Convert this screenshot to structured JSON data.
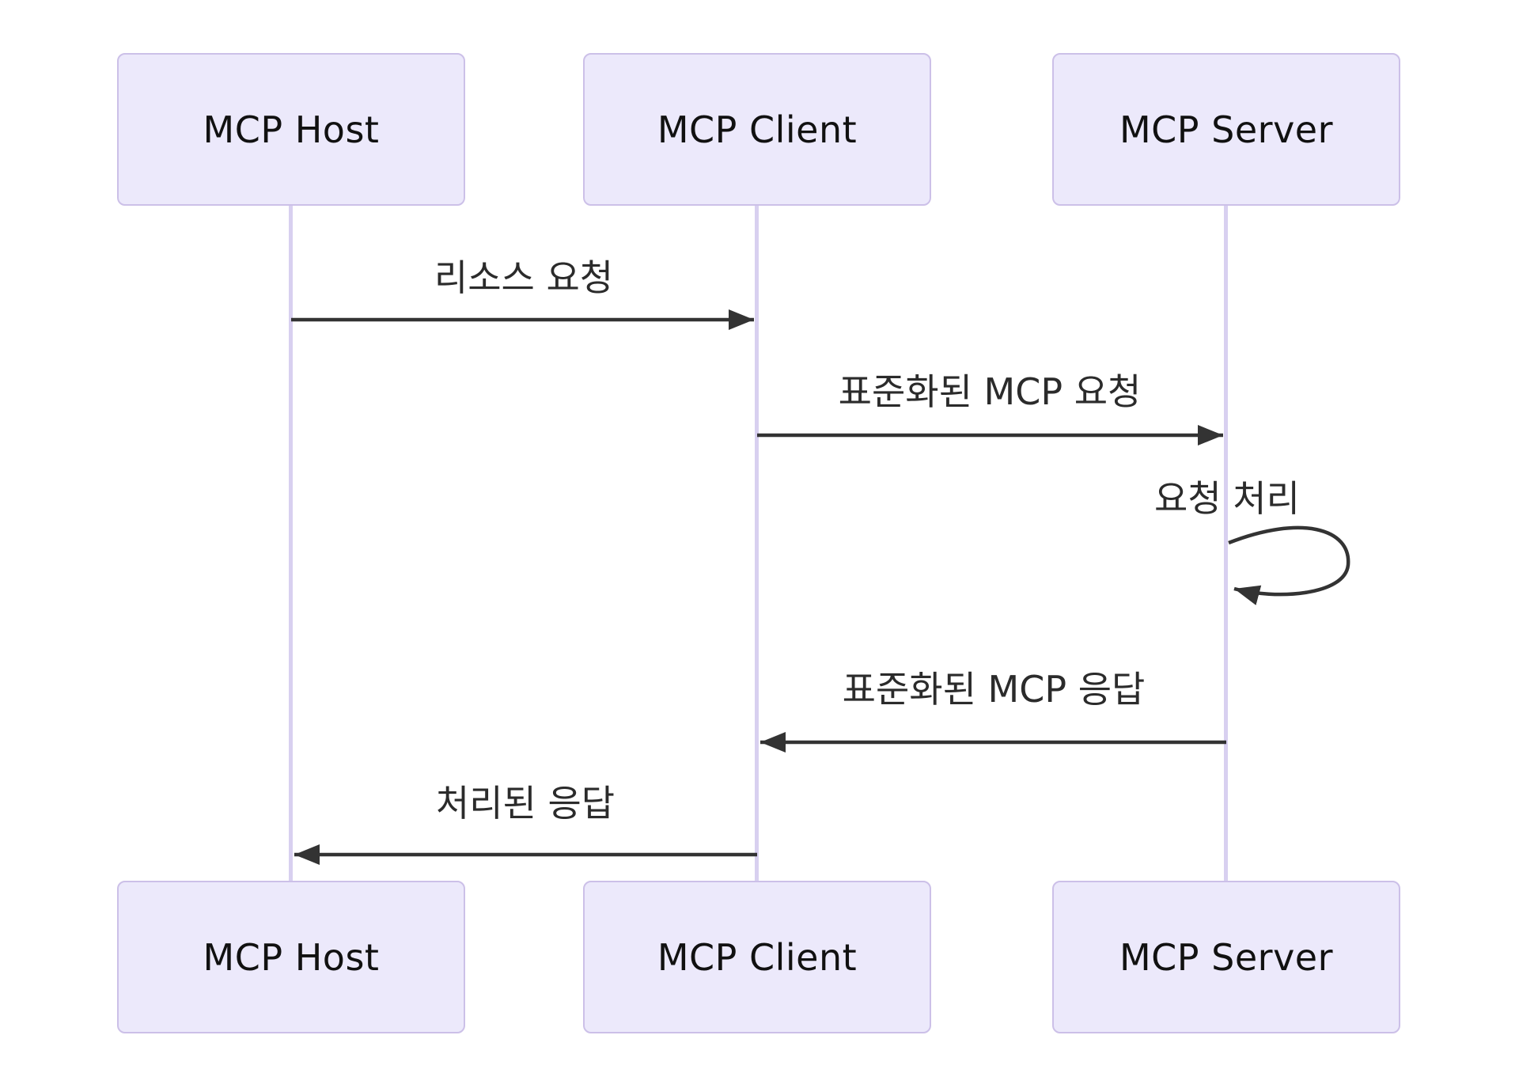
{
  "diagram": {
    "type": "sequence",
    "actors": [
      {
        "id": "host",
        "label": "MCP Host"
      },
      {
        "id": "client",
        "label": "MCP Client"
      },
      {
        "id": "server",
        "label": "MCP Server"
      }
    ],
    "messages": [
      {
        "from": "host",
        "to": "client",
        "label": "리소스 요청",
        "style": "solid-arrow"
      },
      {
        "from": "client",
        "to": "server",
        "label": "표준화된 MCP 요청",
        "style": "solid-arrow"
      },
      {
        "from": "server",
        "to": "server",
        "label": "요청 처리",
        "style": "self-loop"
      },
      {
        "from": "server",
        "to": "client",
        "label": "표준화된 MCP 응답",
        "style": "solid-arrow"
      },
      {
        "from": "client",
        "to": "host",
        "label": "처리된 응답",
        "style": "solid-arrow"
      }
    ],
    "colors": {
      "actor_fill": "#ECE9FB",
      "actor_border": "#CCC0E8",
      "lifeline": "#D8D0F0",
      "arrow": "#333333",
      "text": "#2b2b2b",
      "background": "#ffffff"
    }
  }
}
